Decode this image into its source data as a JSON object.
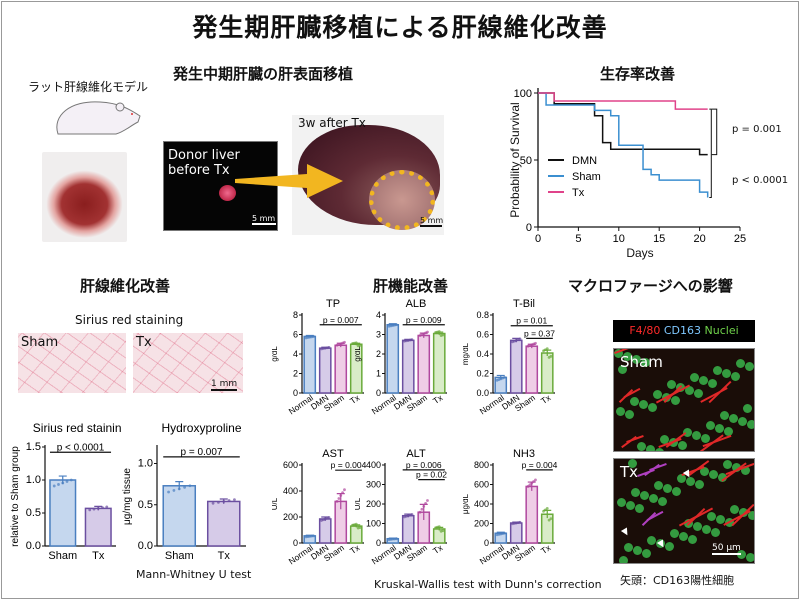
{
  "title": "発生期肝臓移植による肝線維化改善",
  "transplant": {
    "heading": "発生中期肝臓の肝表面移植",
    "model_label": "ラット肝線維化モデル",
    "donor_label": "Donor liver before Tx",
    "donor_scale": "5 mm",
    "after_label": "3w after Tx",
    "after_scale": "5 mm"
  },
  "survival": {
    "heading": "生存率改善",
    "p1": "p = 0.001",
    "p2": "p < 0.0001"
  },
  "fibrosis": {
    "heading": "肝線維化改善",
    "staining_title": "Sirius red staining",
    "sham_label": "Sham",
    "tx_label": "Tx",
    "scale": "1 mm",
    "test_note": "Mann-Whitney U test"
  },
  "function": {
    "heading": "肝機能改善",
    "test_note": "Kruskal-Wallis test with Dunn's correction"
  },
  "macrophage": {
    "heading": "マクロファージへの影響",
    "legend_f480": "F4/80",
    "legend_cd163": "CD163",
    "legend_nuclei": "Nuclei",
    "sham_label": "Sham",
    "tx_label": "Tx",
    "scale": "50 μm",
    "caption": "矢頭：CD163陽性細胞"
  },
  "colors": {
    "normal": "#4a7fc0",
    "dmn": "#6b4fa0",
    "sham": "#b0489e",
    "tx": "#6aaa3a",
    "arrow": "#f2b620",
    "f480": "#ff2a2a",
    "cd163": "#7fc8ff",
    "nuclei": "#6fd24a"
  },
  "chart_data": [
    {
      "id": "survival",
      "type": "line",
      "title": "",
      "xlabel": "Days",
      "ylabel": "Probability of Survival",
      "xlim": [
        0,
        25
      ],
      "ylim": [
        0,
        100
      ],
      "xticks": [
        0,
        5,
        10,
        15,
        20,
        25
      ],
      "yticks": [
        0,
        50,
        100
      ],
      "legend": "center-left",
      "series": [
        {
          "name": "DMN",
          "color": "#111111",
          "steps": [
            [
              0,
              100
            ],
            [
              2,
              92
            ],
            [
              7,
              83
            ],
            [
              8,
              63
            ],
            [
              9,
              58
            ],
            [
              20,
              54
            ],
            [
              21,
              54
            ]
          ]
        },
        {
          "name": "Sham",
          "color": "#3b8fd0",
          "steps": [
            [
              0,
              100
            ],
            [
              1,
              91
            ],
            [
              7,
              87
            ],
            [
              9,
              83
            ],
            [
              10,
              61
            ],
            [
              13,
              43
            ],
            [
              14,
              39
            ],
            [
              15,
              35
            ],
            [
              20,
              26
            ],
            [
              21,
              22
            ]
          ]
        },
        {
          "name": "Tx",
          "color": "#e0438a",
          "steps": [
            [
              0,
              100
            ],
            [
              2,
              94
            ],
            [
              17,
              88
            ],
            [
              21,
              88
            ]
          ]
        }
      ]
    },
    {
      "id": "sirius",
      "type": "bar",
      "title": "Sirius red staining",
      "ylabel": "relative to Sham group",
      "categories": [
        "Sham",
        "Tx"
      ],
      "values": [
        1.0,
        0.57
      ],
      "errors": [
        0.06,
        0.03
      ],
      "ylim": [
        0,
        1.5
      ],
      "yticks": [
        "0.0",
        "0.5",
        "1.0",
        "1.5"
      ],
      "brackets": [
        {
          "from": 0,
          "to": 1,
          "y": 1.42,
          "label": "p < 0.0001"
        }
      ]
    },
    {
      "id": "hyp",
      "type": "bar",
      "title": "Hydroxyproline",
      "ylabel": "μg/mg tissue",
      "categories": [
        "Sham",
        "Tx"
      ],
      "values": [
        0.73,
        0.54
      ],
      "errors": [
        0.05,
        0.03
      ],
      "ylim": [
        0,
        1.2
      ],
      "yticks": [
        "0.0",
        "0.5",
        "1.0"
      ],
      "brackets": [
        {
          "from": 0,
          "to": 1,
          "y": 1.08,
          "label": "p = 0.007"
        }
      ]
    },
    {
      "id": "tp",
      "type": "bar",
      "title": "TP",
      "ylabel": "g/dL",
      "categories": [
        "Normal",
        "DMN",
        "Sham",
        "Tx"
      ],
      "values": [
        5.8,
        4.6,
        4.9,
        5.0
      ],
      "errors": [
        0.1,
        0.1,
        0.2,
        0.1
      ],
      "ylim": [
        0,
        8
      ],
      "yticks": [
        "0",
        "2",
        "4",
        "6",
        "8"
      ],
      "brackets": [
        {
          "from": 1,
          "to": 3,
          "y": 7.0,
          "label": "p = 0.007"
        }
      ]
    },
    {
      "id": "alb",
      "type": "bar",
      "title": "ALB",
      "ylabel": "g/dL",
      "categories": [
        "Normal",
        "DMN",
        "Sham",
        "Tx"
      ],
      "values": [
        3.5,
        2.7,
        2.95,
        3.05
      ],
      "errors": [
        0.05,
        0.05,
        0.12,
        0.07
      ],
      "ylim": [
        0,
        4
      ],
      "yticks": [
        "0",
        "1",
        "2",
        "3",
        "4"
      ],
      "brackets": [
        {
          "from": 1,
          "to": 3,
          "y": 3.5,
          "label": "p = 0.009"
        }
      ]
    },
    {
      "id": "tbil",
      "type": "bar",
      "title": "T-Bil",
      "ylabel": "mg/dL",
      "categories": [
        "Normal",
        "DMN",
        "Sham",
        "Tx"
      ],
      "values": [
        0.16,
        0.54,
        0.48,
        0.41
      ],
      "errors": [
        0.02,
        0.02,
        0.02,
        0.03
      ],
      "ylim": [
        0,
        0.8
      ],
      "yticks": [
        "0.0",
        "0.2",
        "0.4",
        "0.6",
        "0.8"
      ],
      "brackets": [
        {
          "from": 1,
          "to": 3,
          "y": 0.69,
          "label": "p = 0.01"
        },
        {
          "from": 2,
          "to": 3,
          "y": 0.56,
          "label": "p = 0.37"
        }
      ]
    },
    {
      "id": "ast",
      "type": "bar",
      "title": "AST",
      "ylabel": "U/L",
      "categories": [
        "Normal",
        "DMN",
        "Sham",
        "Tx"
      ],
      "values": [
        55,
        185,
        320,
        130
      ],
      "errors": [
        5,
        15,
        60,
        10
      ],
      "ylim": [
        0,
        600
      ],
      "yticks": [
        "0",
        "200",
        "400",
        "600"
      ],
      "brackets": [
        {
          "from": 2,
          "to": 3,
          "y": 560,
          "label": "p = 0.004"
        }
      ]
    },
    {
      "id": "alt",
      "type": "bar",
      "title": "ALT",
      "ylabel": "U/L",
      "categories": [
        "Normal",
        "DMN",
        "Sham",
        "Tx"
      ],
      "values": [
        22,
        140,
        158,
        72
      ],
      "errors": [
        3,
        8,
        40,
        8
      ],
      "ylim": [
        0,
        400
      ],
      "yticks": [
        "0",
        "100",
        "200",
        "300",
        "400"
      ],
      "brackets": [
        {
          "from": 1,
          "to": 3,
          "y": 375,
          "label": "p = 0.006"
        },
        {
          "from": 2,
          "to": 3,
          "y": 325,
          "label": "p = 0.02"
        }
      ]
    },
    {
      "id": "nh3",
      "type": "bar",
      "title": "NH3",
      "ylabel": "μg/dL",
      "categories": [
        "Normal",
        "DMN",
        "Sham",
        "Tx"
      ],
      "values": [
        100,
        205,
        580,
        295
      ],
      "errors": [
        10,
        10,
        45,
        40
      ],
      "ylim": [
        0,
        800
      ],
      "yticks": [
        "0",
        "200",
        "400",
        "600",
        "800"
      ],
      "brackets": [
        {
          "from": 2,
          "to": 3,
          "y": 750,
          "label": "p = 0.004"
        }
      ]
    }
  ]
}
